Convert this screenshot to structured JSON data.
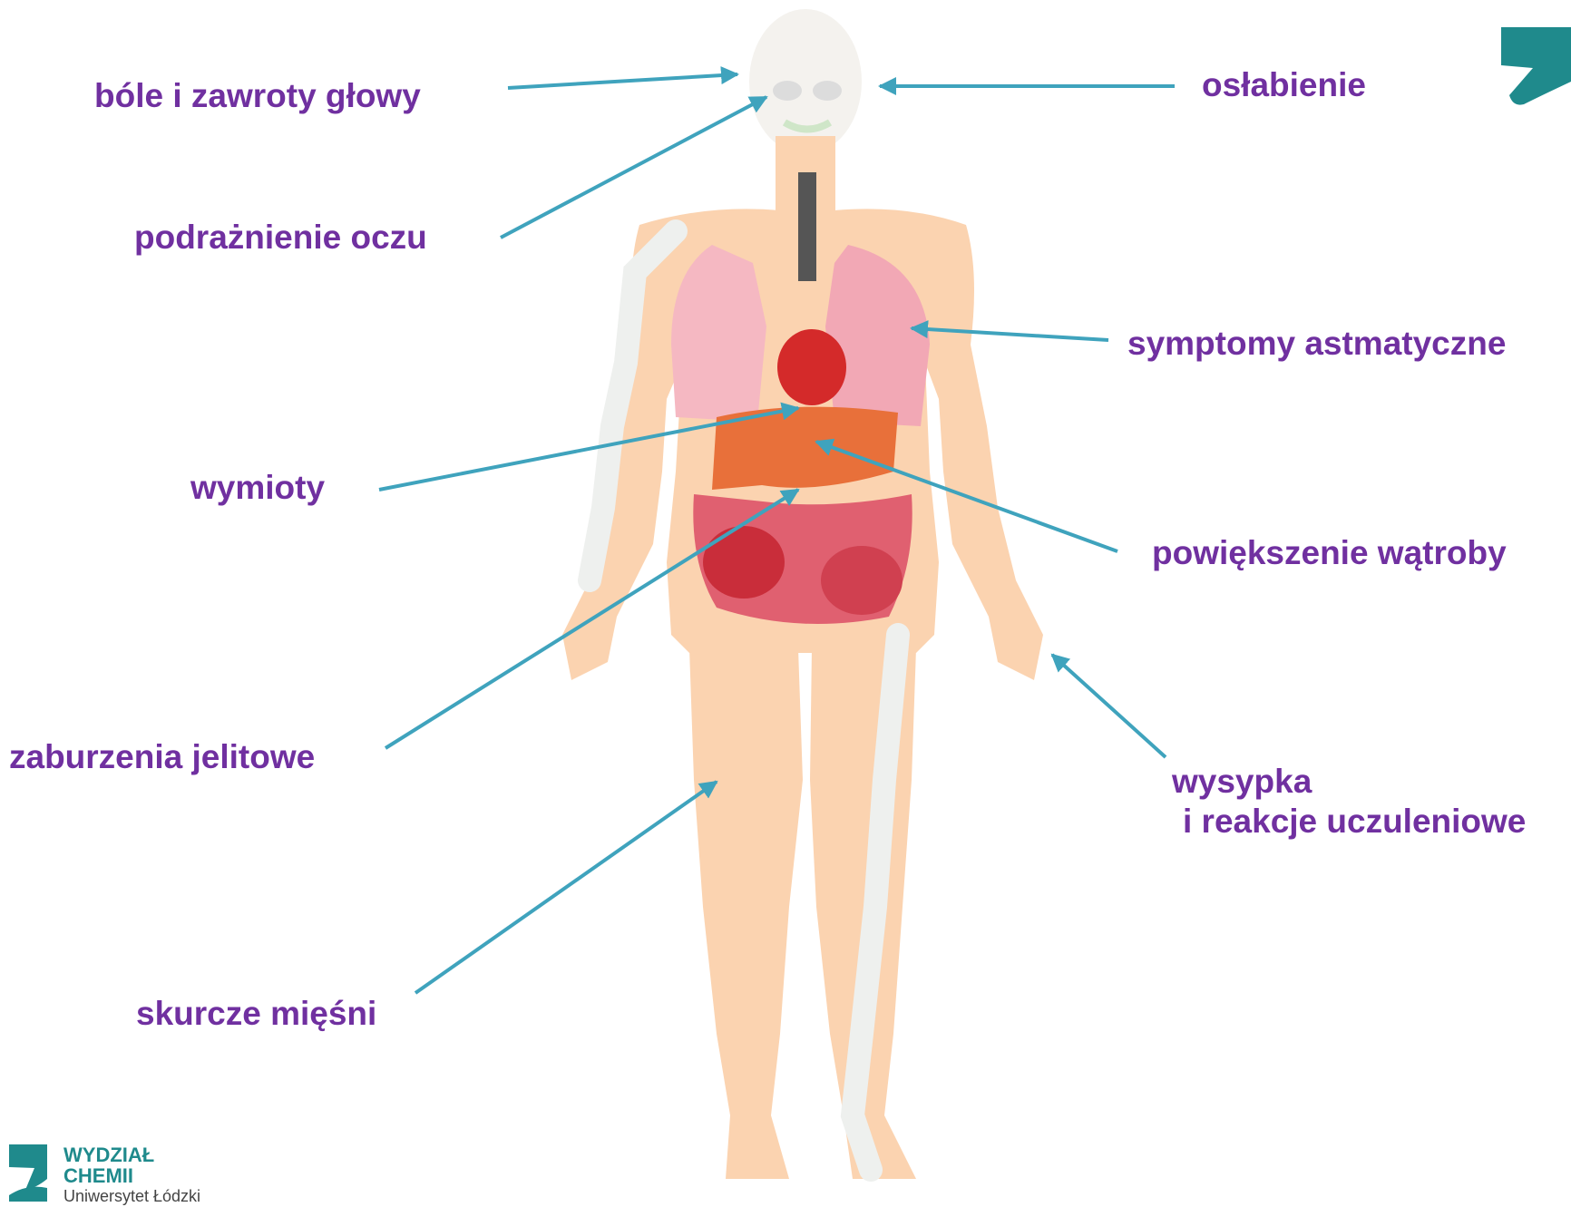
{
  "labels": {
    "headache": "bóle i zawroty głowy",
    "weakness": "osłabienie",
    "eye_irritation": "podrażnienie oczu",
    "asthma": "symptomy astmatyczne",
    "vomiting": "wymioty",
    "liver": "powiększenie wątroby",
    "intestinal": "zaburzenia jelitowe",
    "rash_line1": "wysypka",
    "rash_line2": "i reakcje uczuleniowe",
    "cramps": "skurcze mięśni"
  },
  "logo": {
    "line1": "WYDZIAŁ",
    "line2": "CHEMII",
    "line3": "Uniwersytet Łódzki"
  },
  "colors": {
    "label": "#7030a0",
    "arrow": "#3fa3bd",
    "skin": "#fbd3b0",
    "bone": "#eef0ee",
    "lung": "#f5b8c2",
    "heart": "#d42a2a",
    "liver": "#e8703a",
    "intestine": "#e06070",
    "brand": "#1f8a8c"
  }
}
